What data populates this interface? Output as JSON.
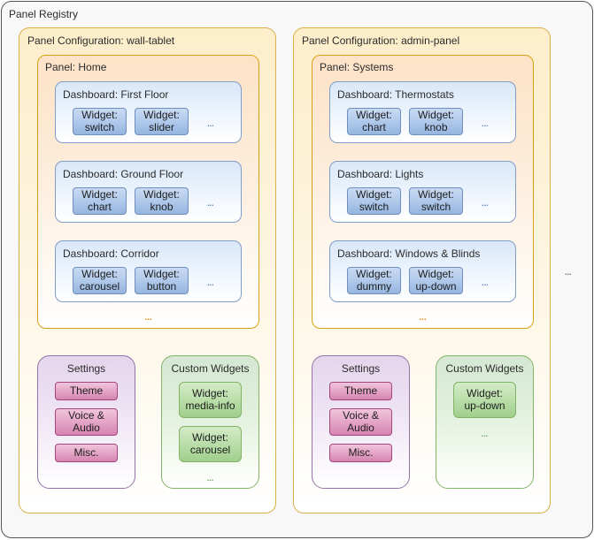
{
  "registry": {
    "title": "Panel Registry",
    "ellipsis": "...",
    "configurations": [
      {
        "title": "Panel Configuration: wall-tablet",
        "panel": {
          "title": "Panel: Home",
          "ellipsis": "...",
          "dashboards": [
            {
              "title": "Dashboard: First Floor",
              "ellipsis": "...",
              "widgets": [
                {
                  "prefix": "Widget:",
                  "name": "switch"
                },
                {
                  "prefix": "Widget:",
                  "name": "slider"
                }
              ]
            },
            {
              "title": "Dashboard: Ground Floor",
              "ellipsis": "...",
              "widgets": [
                {
                  "prefix": "Widget:",
                  "name": "chart"
                },
                {
                  "prefix": "Widget:",
                  "name": "knob"
                }
              ]
            },
            {
              "title": "Dashboard: Corridor",
              "ellipsis": "...",
              "widgets": [
                {
                  "prefix": "Widget:",
                  "name": "carousel"
                },
                {
                  "prefix": "Widget:",
                  "name": "button"
                }
              ]
            }
          ]
        },
        "settings": {
          "title": "Settings",
          "items": [
            {
              "label": "Theme",
              "tall": false
            },
            {
              "label": "Voice & Audio",
              "tall": true
            },
            {
              "label": "Misc.",
              "tall": false
            }
          ]
        },
        "custom_widgets": {
          "title": "Custom Widgets",
          "ellipsis": "...",
          "widgets": [
            {
              "prefix": "Widget:",
              "name": "media-info"
            },
            {
              "prefix": "Widget:",
              "name": "carousel"
            }
          ]
        }
      },
      {
        "title": "Panel Configuration: admin-panel",
        "panel": {
          "title": "Panel: Systems",
          "ellipsis": "...",
          "dashboards": [
            {
              "title": "Dashboard: Thermostats",
              "ellipsis": "...",
              "widgets": [
                {
                  "prefix": "Widget:",
                  "name": "chart"
                },
                {
                  "prefix": "Widget:",
                  "name": "knob"
                }
              ]
            },
            {
              "title": "Dashboard: Lights",
              "ellipsis": "...",
              "widgets": [
                {
                  "prefix": "Widget:",
                  "name": "switch"
                },
                {
                  "prefix": "Widget:",
                  "name": "switch"
                }
              ]
            },
            {
              "title": "Dashboard: Windows & Blinds",
              "ellipsis": "...",
              "widgets": [
                {
                  "prefix": "Widget:",
                  "name": "dummy"
                },
                {
                  "prefix": "Widget:",
                  "name": "up-down"
                }
              ]
            }
          ]
        },
        "settings": {
          "title": "Settings",
          "items": [
            {
              "label": "Theme",
              "tall": false
            },
            {
              "label": "Voice & Audio",
              "tall": true
            },
            {
              "label": "Misc.",
              "tall": false
            }
          ]
        },
        "custom_widgets": {
          "title": "Custom Widgets",
          "ellipsis": "...",
          "widgets": [
            {
              "prefix": "Widget:",
              "name": "up-down"
            }
          ]
        }
      }
    ]
  },
  "colors": {
    "registry_border": "#3a3a3a",
    "registry_bg": "#f7f7f7",
    "config_border": "#d9a40a",
    "panel_border": "#d98b18",
    "dashboard_border": "#8aa6cc",
    "widget_fill": "#9fbde3",
    "settings_border": "#9b6fae",
    "settings_chip": "#cf7fa8",
    "custom_border": "#6aa55f",
    "custom_chip": "#9ccd8a"
  }
}
